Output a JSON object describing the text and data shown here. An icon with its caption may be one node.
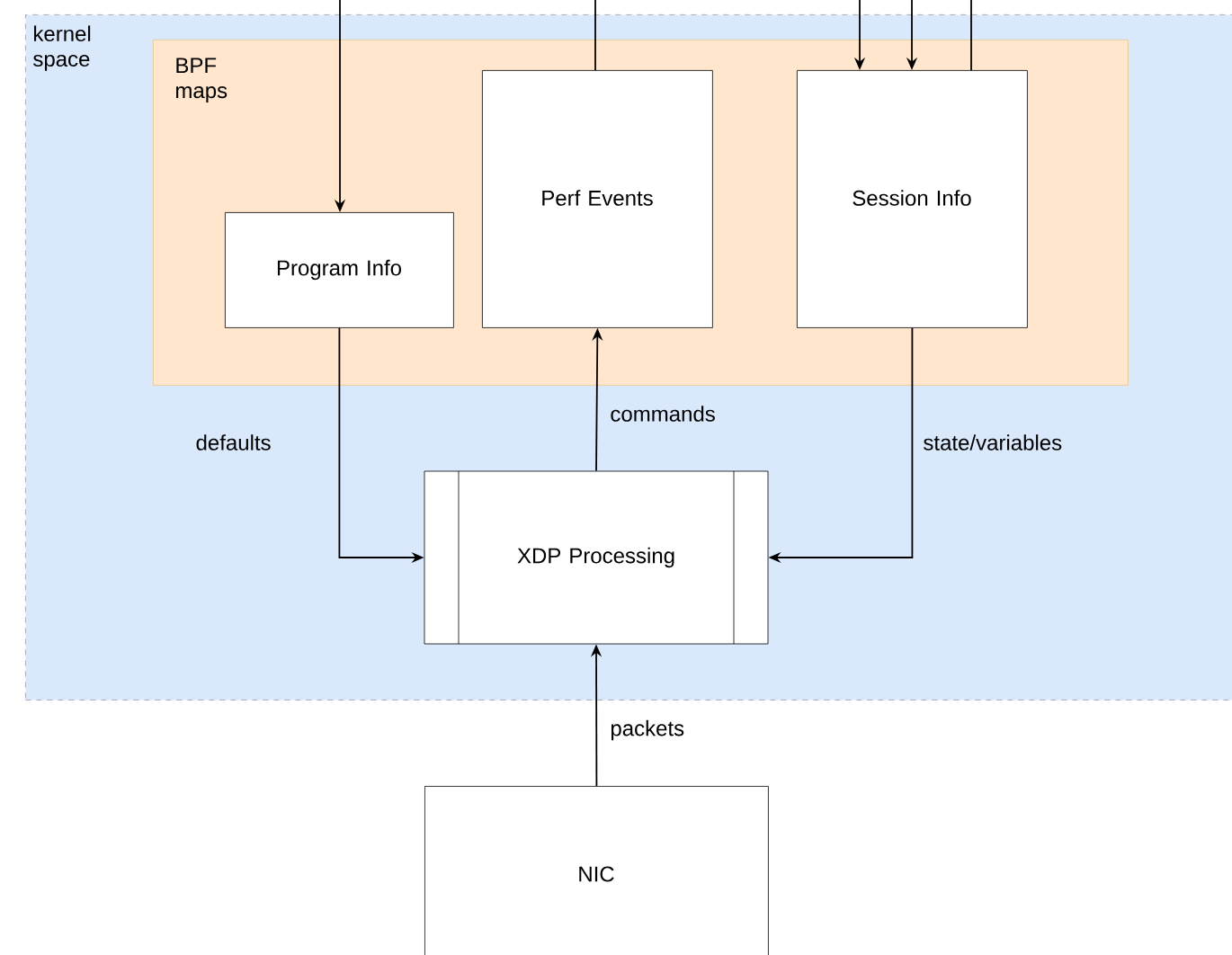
{
  "diagram": {
    "nodes": [
      {
        "text": [
          "kernel space"
        ]
      },
      {
        "text": [
          "BPF maps"
        ],
        "in": 0
      },
      {
        "text": [
          "Program Info"
        ],
        "in": 1
      },
      {
        "text": [
          "Perf Events"
        ],
        "in": 1
      },
      {
        "text": [
          "Session Info"
        ],
        "in": 1
      },
      {
        "text": [
          "XDP Processing"
        ],
        "in": 0
      },
      {
        "text": [
          "NIC"
        ]
      }
    ],
    "edges": [
      {
        "from": null,
        "to": 2,
        "arrow": "to"
      },
      {
        "from": 3,
        "to": null,
        "arrow": "none"
      },
      {
        "from": null,
        "to": 4,
        "arrow": "to"
      },
      {
        "from": null,
        "to": 4,
        "arrow": "to"
      },
      {
        "from": 4,
        "to": null,
        "arrow": "none"
      },
      {
        "from": 2,
        "to": 5,
        "arrow": "to",
        "label": "defaults"
      },
      {
        "from": 5,
        "to": 3,
        "arrow": "to",
        "label": "commands"
      },
      {
        "from": 4,
        "to": 5,
        "arrow": "to",
        "label": "state/variables"
      },
      {
        "from": 6,
        "to": 5,
        "arrow": "to",
        "label": "packets"
      }
    ]
  }
}
